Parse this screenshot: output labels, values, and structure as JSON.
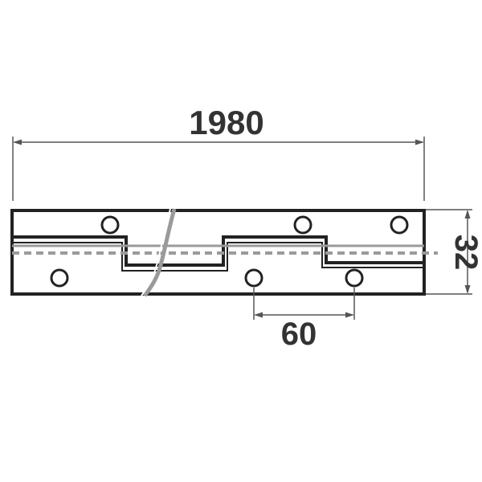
{
  "dimensions": {
    "overall_length": "1980",
    "height": "32",
    "hole_spacing": "60"
  },
  "colors": {
    "outline": "#222222",
    "dimension_line": "#555555",
    "pin": "#9a9a9a",
    "text": "#333333",
    "background": "#ffffff"
  }
}
